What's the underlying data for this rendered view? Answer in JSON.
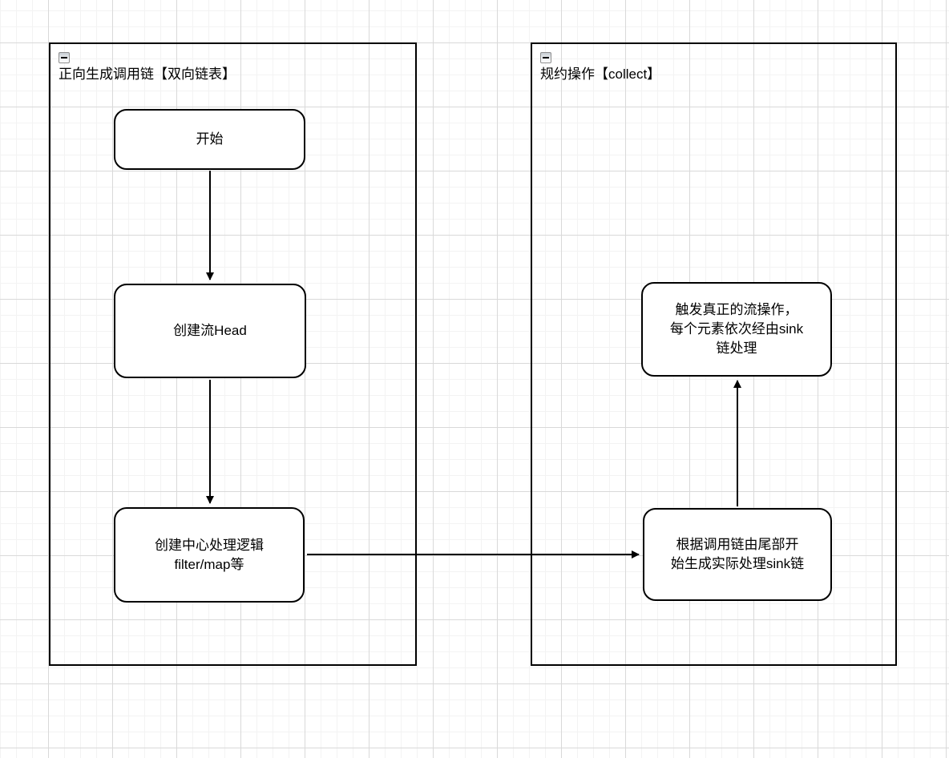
{
  "canvas": {
    "background": "#ffffff",
    "grid_minor_color": "#f3f3f3",
    "grid_major_color": "#d9d9d9",
    "stroke_color": "#000000",
    "node_fill": "#ffffff"
  },
  "diagram": {
    "containers": [
      {
        "id": "forward-chain",
        "title": "正向生成调用链【双向链表】",
        "collapse_icon": "minus-icon",
        "nodes": [
          {
            "id": "start",
            "label": "开始"
          },
          {
            "id": "create-head",
            "label": "创建流Head"
          },
          {
            "id": "create-ops",
            "label": "创建中心处理逻辑\nfilter/map等"
          }
        ]
      },
      {
        "id": "collect",
        "title": "规约操作【collect】",
        "collapse_icon": "minus-icon",
        "nodes": [
          {
            "id": "trigger-stream",
            "label": "触发真正的流操作，\n每个元素依次经由sink\n链处理"
          },
          {
            "id": "build-sink",
            "label": "根据调用链由尾部开\n始生成实际处理sink链"
          }
        ]
      }
    ],
    "edges": [
      {
        "from": "start",
        "to": "create-head",
        "direction": "down"
      },
      {
        "from": "create-head",
        "to": "create-ops",
        "direction": "down"
      },
      {
        "from": "create-ops",
        "to": "build-sink",
        "direction": "right"
      },
      {
        "from": "build-sink",
        "to": "trigger-stream",
        "direction": "up"
      }
    ]
  }
}
